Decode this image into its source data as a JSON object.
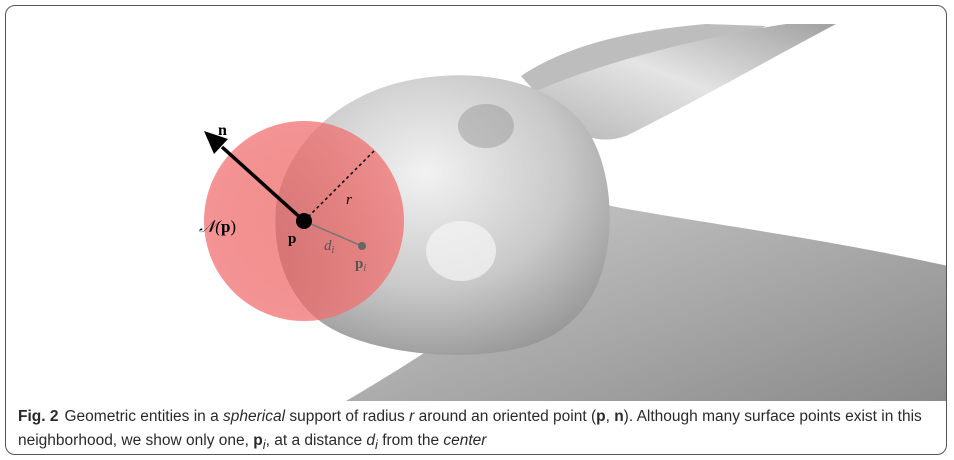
{
  "figure": {
    "labels": {
      "normal": "n",
      "point": "p",
      "neighborhood_prefix": "𝒩(",
      "neighborhood_point": "p",
      "neighborhood_suffix": ")",
      "radius": "r",
      "distance_var": "d",
      "distance_sub": "i",
      "surface_point": "p",
      "surface_point_sub": "i"
    },
    "colors": {
      "sphere": "#f06a6a",
      "surface": "#cfcfcf",
      "arrow": "#000000"
    }
  },
  "caption": {
    "fig_label": "Fig. 2",
    "t1": "Geometric entities in a ",
    "t2": "spherical",
    "t3": " support of radius ",
    "t4": "r",
    "t5": " around an oriented point (",
    "t6": "p",
    "t7": ", ",
    "t8": "n",
    "t9": "). Although many surface points exist in this neighborhood, we show only one, ",
    "t10": "p",
    "t11": "i",
    "t12": ", at a distance ",
    "t13": "d",
    "t14": "i",
    "t15": " from the ",
    "t16": "center"
  }
}
